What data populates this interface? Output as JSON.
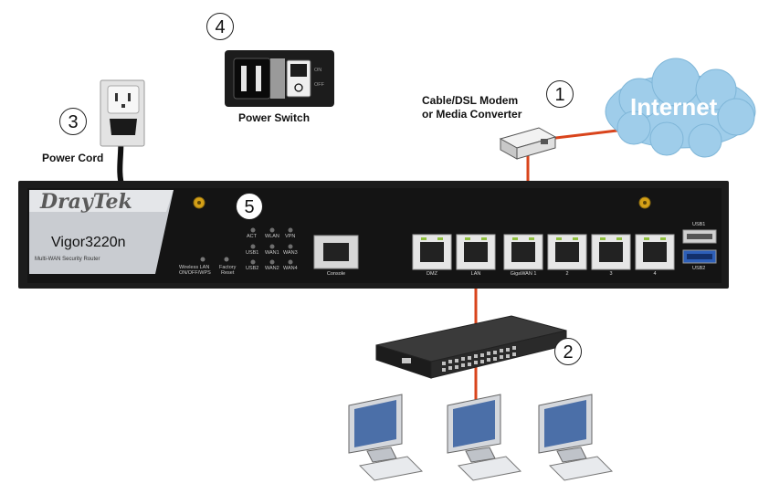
{
  "callouts": {
    "one": "1",
    "two": "2",
    "three": "3",
    "four": "4",
    "five": "5"
  },
  "labels": {
    "modem_line1": "Cable/DSL Modem",
    "modem_line2": "or Media Converter",
    "internet": "Internet",
    "power_switch": "Power Switch",
    "power_cord": "Power Cord",
    "switch_on": "ON",
    "switch_off": "OFF"
  },
  "router": {
    "brand": "DrayTek",
    "model": "Vigor3220n",
    "tagline": "Multi-WAN Security Router",
    "wireless_lan": "Wireless LAN",
    "wireless_lan_sub": "ON/OFF/WPS",
    "factory": "Factory",
    "factory_sub": "Reset",
    "leds": [
      "ACT",
      "WLAN",
      "VPN",
      "USB1",
      "WAN1",
      "WAN3",
      "USB2",
      "WAN2",
      "WAN4"
    ],
    "console": "Console",
    "ports": [
      "DMZ",
      "LAN",
      "GigaWAN 1",
      "2",
      "3",
      "4"
    ],
    "usb1": "USB1",
    "usb2": "USB2"
  },
  "colors": {
    "cable": "#d9441c",
    "cloud": "#9fcdea",
    "router_body": "#1c1c1c",
    "led": "#6e6e6e",
    "antenna_connector": "#d4a017"
  }
}
